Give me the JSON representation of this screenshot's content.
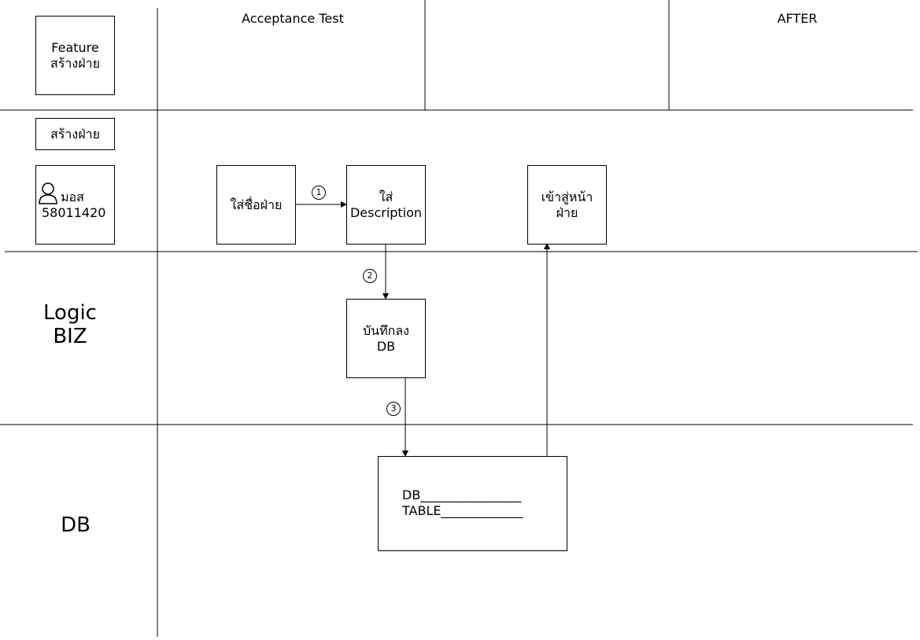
{
  "header": {
    "acceptance_test": "Acceptance Test",
    "after": "AFTER"
  },
  "feature_box": {
    "line1": "Feature",
    "line2": "สร้างฝ่าย"
  },
  "story_box": "สร้างฝ่าย",
  "actor": {
    "name": "มอส",
    "id": "58011420",
    "icon": "user-icon"
  },
  "lanes": {
    "logic_line1": "Logic",
    "logic_line2": "BIZ",
    "db": "DB"
  },
  "steps": {
    "enter_name": "ใส่ชื่อฝ่าย",
    "enter_desc_line1": "ใส่",
    "enter_desc_line2": "Description",
    "save_line1": "บันทึกลง",
    "save_line2": "DB",
    "go_page_line1": "เข้าสู่หน้า",
    "go_page_line2": "ฝ่าย"
  },
  "step_numbers": [
    "1",
    "2",
    "3"
  ],
  "db_box": {
    "line1": "DB________________",
    "line2": "TABLE_____________"
  }
}
